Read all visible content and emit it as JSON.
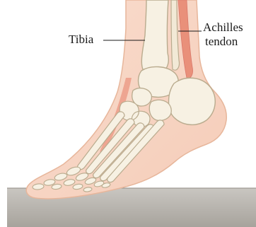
{
  "labels": {
    "tibia": "Tibia",
    "achilles_line1": "Achilles",
    "achilles_line2": "tendon"
  },
  "colors": {
    "skin": "#f8d6c5",
    "skin_outline": "#e8b89c",
    "tendon": "#e9907a",
    "bone": "#f7f1e3",
    "bone_outline": "#b9ab8e",
    "floor": "#b4b0aa"
  }
}
